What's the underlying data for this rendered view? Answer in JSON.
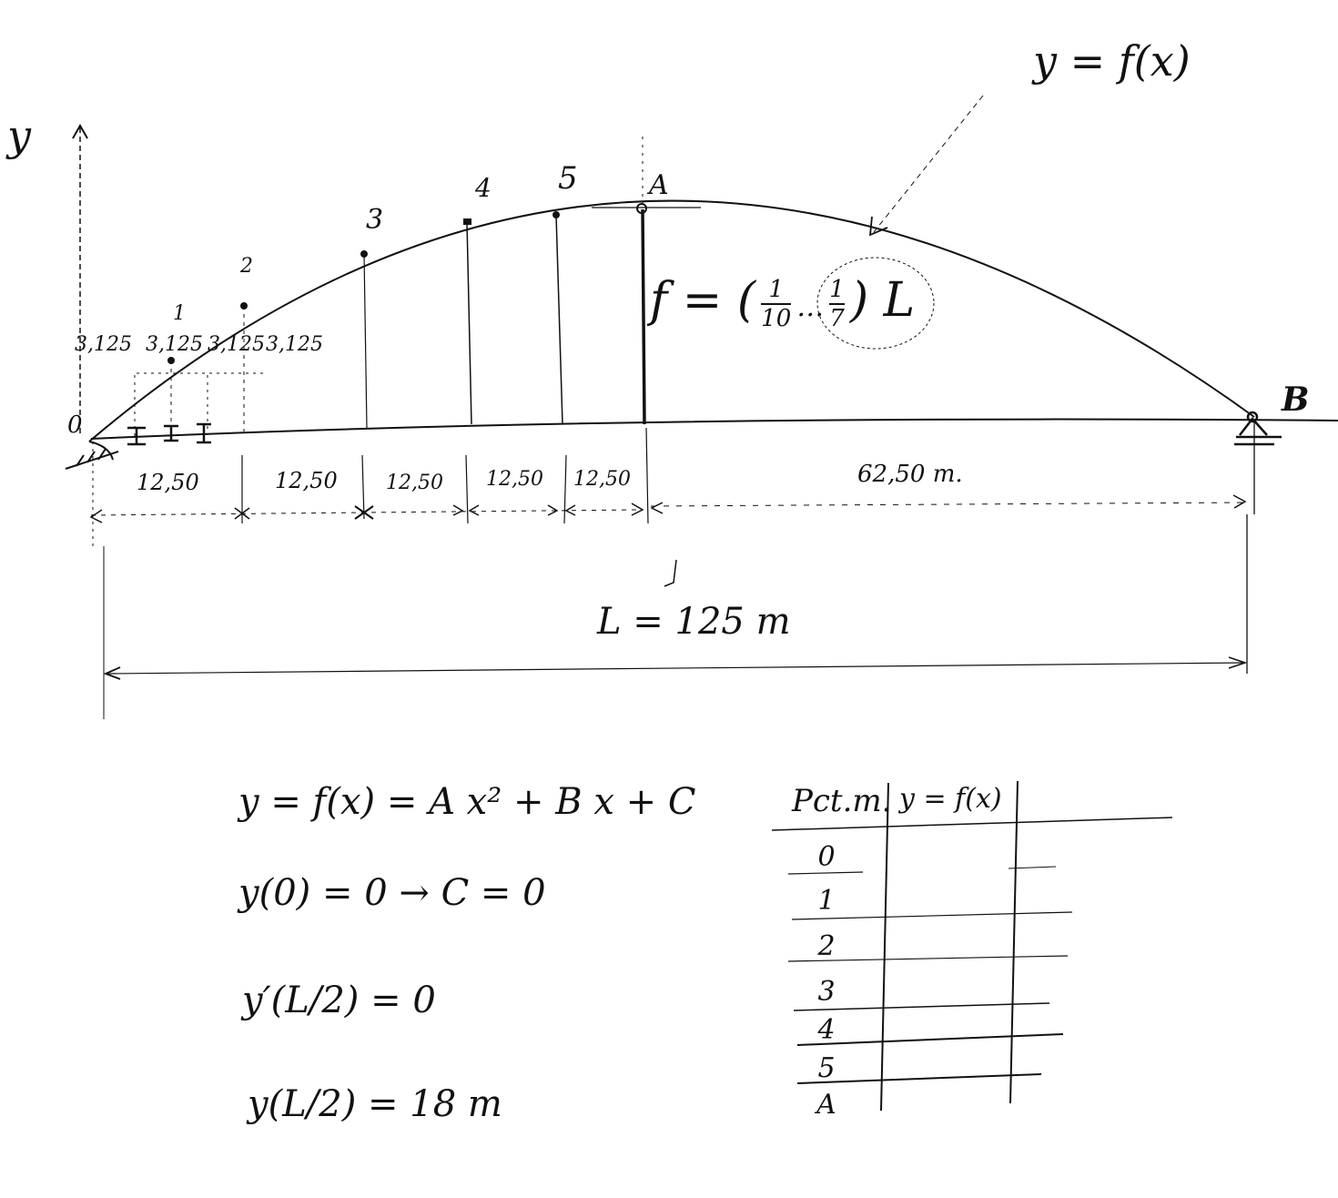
{
  "diagram": {
    "title": "Parabolic arch sketch",
    "axis": {
      "y_label": "y"
    },
    "curve_label": "y = f(x)",
    "points": [
      {
        "id": "0",
        "label": "0"
      },
      {
        "id": "1",
        "label": "1"
      },
      {
        "id": "2",
        "label": "2"
      },
      {
        "id": "3",
        "label": "3"
      },
      {
        "id": "4",
        "label": "4"
      },
      {
        "id": "5",
        "label": "5"
      },
      {
        "id": "A",
        "label": "A"
      },
      {
        "id": "B",
        "label": "B"
      }
    ],
    "sub_spacing": [
      "3,125",
      "3,125",
      "3,125",
      "3,125"
    ],
    "segment_dims": [
      "12,50",
      "12,50",
      "12,50",
      "12,50",
      "12,50"
    ],
    "half_span": "62,50 m.",
    "span": "L = 125 m",
    "rise_formula": {
      "lhs": "f = (",
      "frac1_num": "1",
      "frac1_den": "10",
      "dots": "…",
      "frac2_num": "1",
      "frac2_den": "7",
      "rhs": ") L"
    },
    "sub_marks": [
      "I",
      "I",
      "I"
    ]
  },
  "equations": [
    "y = f(x) = A x² + B x + C",
    "y(0) = 0  →   C = 0",
    "y′(L/2) = 0",
    "y(L/2) = 18 m"
  ],
  "table": {
    "headers": [
      "Pct.m.",
      "y = f(x)"
    ],
    "rows": [
      "0",
      "1",
      "2",
      "3",
      "4",
      "5",
      "A"
    ]
  }
}
